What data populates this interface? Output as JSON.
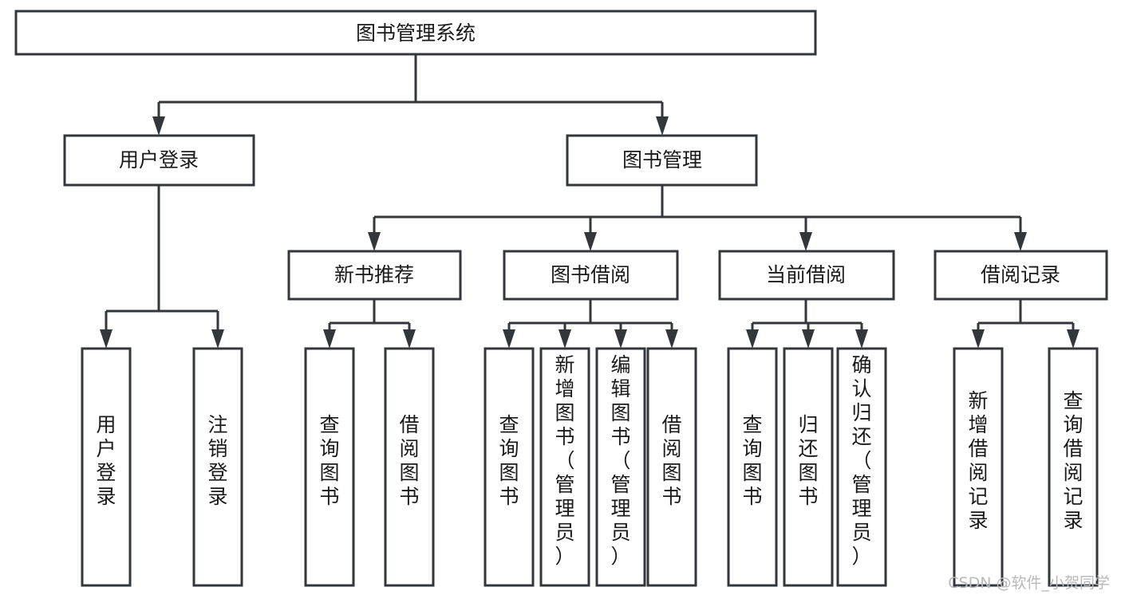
{
  "diagram": {
    "type": "tree-hierarchy-chart",
    "title_node": {
      "id": "root",
      "label": "图书管理系统"
    },
    "levels": [
      {
        "level": 1,
        "nodes": [
          {
            "id": "root",
            "label": "图书管理系统",
            "orientation": "horizontal"
          }
        ]
      },
      {
        "level": 2,
        "nodes": [
          {
            "id": "user-login",
            "label": "用户登录",
            "orientation": "horizontal",
            "parent": "root"
          },
          {
            "id": "book-manage",
            "label": "图书管理",
            "orientation": "horizontal",
            "parent": "root"
          }
        ]
      },
      {
        "level": 3,
        "nodes": [
          {
            "id": "new-book-rec",
            "label": "新书推荐",
            "orientation": "horizontal",
            "parent": "book-manage"
          },
          {
            "id": "book-borrow",
            "label": "图书借阅",
            "orientation": "horizontal",
            "parent": "book-manage"
          },
          {
            "id": "current-borrow",
            "label": "当前借阅",
            "orientation": "horizontal",
            "parent": "book-manage"
          },
          {
            "id": "borrow-record",
            "label": "借阅记录",
            "orientation": "horizontal",
            "parent": "book-manage"
          }
        ]
      },
      {
        "level": 4,
        "nodes": [
          {
            "id": "leaf-user-login",
            "label": "用户登录",
            "orientation": "vertical",
            "parent": "user-login"
          },
          {
            "id": "leaf-logout",
            "label": "注销登录",
            "orientation": "vertical",
            "parent": "user-login"
          },
          {
            "id": "leaf-query-book-1",
            "label": "查询图书",
            "orientation": "vertical",
            "parent": "new-book-rec"
          },
          {
            "id": "leaf-borrow-book-1",
            "label": "借阅图书",
            "orientation": "vertical",
            "parent": "new-book-rec"
          },
          {
            "id": "leaf-query-book-2",
            "label": "查询图书",
            "orientation": "vertical",
            "parent": "book-borrow"
          },
          {
            "id": "leaf-add-book",
            "label": "新增图书（管理员）",
            "orientation": "vertical",
            "parent": "book-borrow"
          },
          {
            "id": "leaf-edit-book",
            "label": "编辑图书（管理员）",
            "orientation": "vertical",
            "parent": "book-borrow"
          },
          {
            "id": "leaf-borrow-book-2",
            "label": "借阅图书",
            "orientation": "vertical",
            "parent": "book-borrow"
          },
          {
            "id": "leaf-query-book-3",
            "label": "查询图书",
            "orientation": "vertical",
            "parent": "current-borrow"
          },
          {
            "id": "leaf-return-book",
            "label": "归还图书",
            "orientation": "vertical",
            "parent": "current-borrow"
          },
          {
            "id": "leaf-confirm-return",
            "label": "确认归还（管理员）",
            "orientation": "vertical",
            "parent": "current-borrow"
          },
          {
            "id": "leaf-add-record",
            "label": "新增借阅记录",
            "orientation": "vertical",
            "parent": "borrow-record"
          },
          {
            "id": "leaf-query-record",
            "label": "查询借阅记录",
            "orientation": "vertical",
            "parent": "borrow-record"
          }
        ]
      }
    ],
    "colors": {
      "box_stroke": "#33373b",
      "box_fill": "#ffffff",
      "text": "#1a1a1a",
      "background": "#ffffff",
      "watermark": "#b9b9b9"
    }
  },
  "watermark": {
    "text": "CSDN @软件_小贺同学"
  }
}
